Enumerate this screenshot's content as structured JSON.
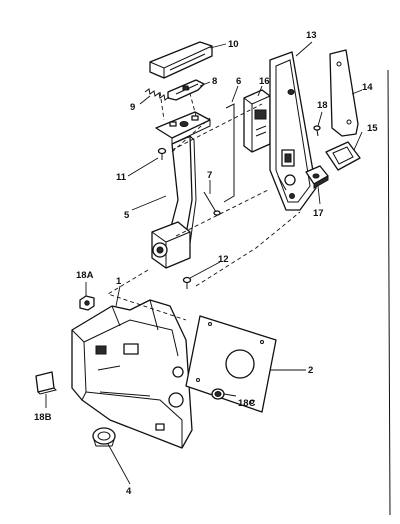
{
  "diagram": {
    "callouts": {
      "c1": "1",
      "c2": "2",
      "c4": "4",
      "c5": "5",
      "c6": "6",
      "c7": "7",
      "c8": "8",
      "c9": "9",
      "c10": "10",
      "c11": "11",
      "c12": "12",
      "c13": "13",
      "c14": "14",
      "c15": "15",
      "c16": "16",
      "c17": "17",
      "c18": "18",
      "c18a": "18A",
      "c18b": "18B",
      "c18c": "18C"
    }
  }
}
